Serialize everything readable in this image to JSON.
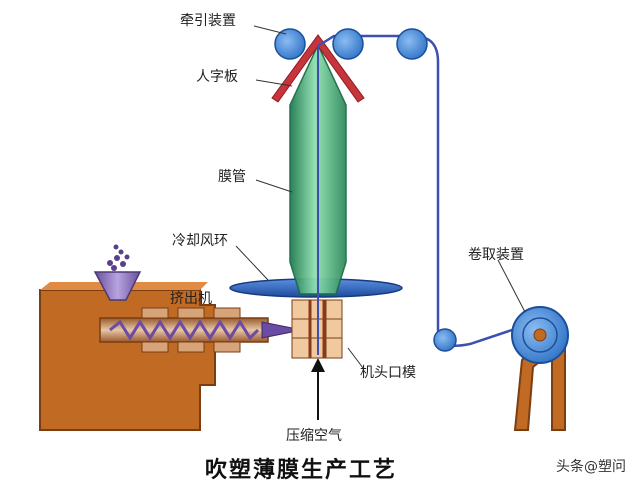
{
  "labels": {
    "haul_off": "牵引装置",
    "collapsing_board": "人字板",
    "film_tube": "膜管",
    "cooling_ring": "冷却风环",
    "extruder": "挤出机",
    "die_head": "机头口模",
    "compressed_air": "压缩空气",
    "winder": "卷取装置"
  },
  "title": "吹塑薄膜生产工艺",
  "watermark": "头条@塑问",
  "colors": {
    "film_green": "#4fae80",
    "roller_blue": "#3d86d8",
    "extruder_brown": "#c06a24",
    "board_red": "#c8343c",
    "line_blue": "#3f4fb0",
    "cooling_ring_blue": "#2e62b8"
  }
}
